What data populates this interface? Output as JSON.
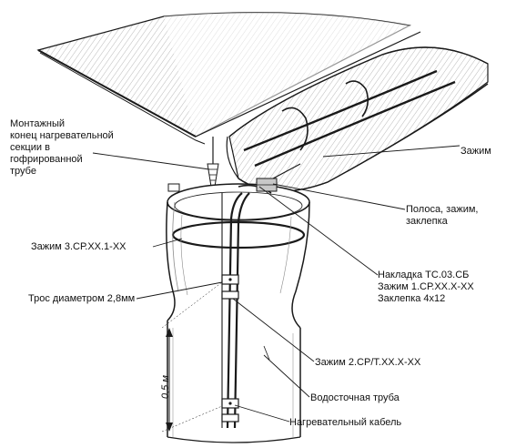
{
  "labels": {
    "mounting_end": [
      "Монтажный",
      "конец нагревательной",
      "секции в",
      "гофрированной",
      "трубе"
    ],
    "clamp": "Зажим",
    "strip": [
      "Полоса, зажим,",
      "заклепка"
    ],
    "clamp_3": "Зажим 3.СР.ХХ.1-ХХ",
    "overlay": [
      "Накладка ТС.03.СБ",
      "Зажим 1.СР.ХХ.Х-ХХ",
      "Заклепка 4х12"
    ],
    "cable": "Трос диаметром 2,8мм",
    "clamp_2": "Зажим 2.СР/Т.ХХ.Х-ХХ",
    "dimension": "0,5 м",
    "downpipe": "Водосточная труба",
    "heating_cable": "Нагревательный  кабель"
  },
  "colors": {
    "ink": "#1a1a1a",
    "paper": "#ffffff",
    "hatch": "#6b6b6b"
  }
}
